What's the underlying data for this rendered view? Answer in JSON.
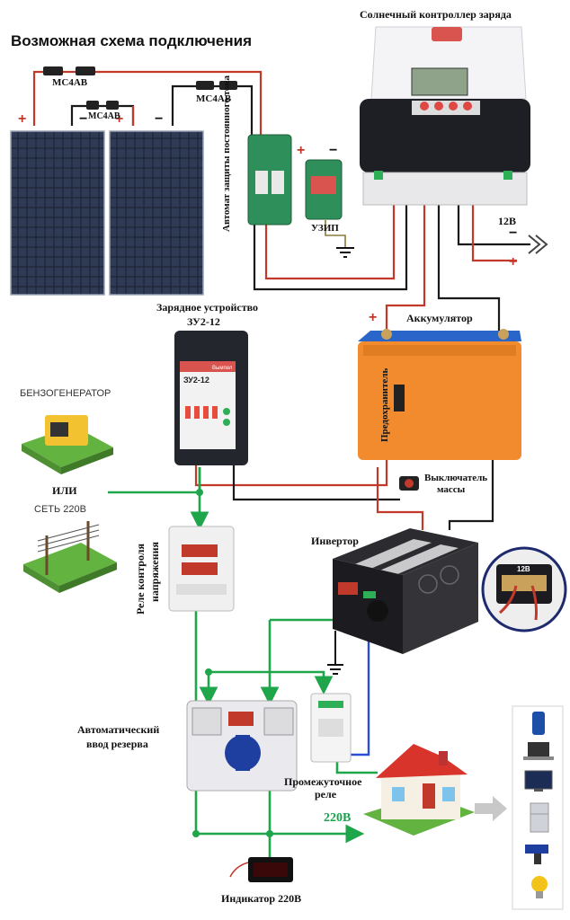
{
  "title": "Возможная схема подключения",
  "labels": {
    "controller": "Солнечный контроллер заряда",
    "mc4_1": "MC4AB",
    "mc4_2": "MC4AB",
    "mc4_3": "MC4AB",
    "dc_breaker": "Автомат защиты постоянного тока",
    "uzip": "УЗИП",
    "v12": "12В",
    "charger_l1": "Зарядное устройство",
    "charger_l2": "ЗУ2-12",
    "battery": "Аккумулятор",
    "fuse": "Предохранитель",
    "switch_l1": "Выключатель",
    "switch_l2": "массы",
    "generator": "БЕНЗОГЕНЕРАТОР",
    "ili": "ИЛИ",
    "grid": "СЕТЬ 220В",
    "relay_l1": "Реле контроля",
    "relay_l2": "напряжения",
    "inverter": "Инвертор",
    "ats_l1": "Автоматический",
    "ats_l2": "ввод резерва",
    "inter_relay_l1": "Промежуточное",
    "inter_relay_l2": "реле",
    "v220": "220В",
    "indicator": "Индикатор 220В"
  },
  "devices": {
    "charger_model": "ЗУ2-12",
    "charger_brand": "Вымпел",
    "inverter_inset": "12В"
  },
  "colors": {
    "positive_wire": "#c0392b",
    "negative_wire": "#1a1a1a",
    "ac_wire": "#1fa64a",
    "signal_wire": "#2a4fd6",
    "battery_case": "#f28a2e"
  }
}
